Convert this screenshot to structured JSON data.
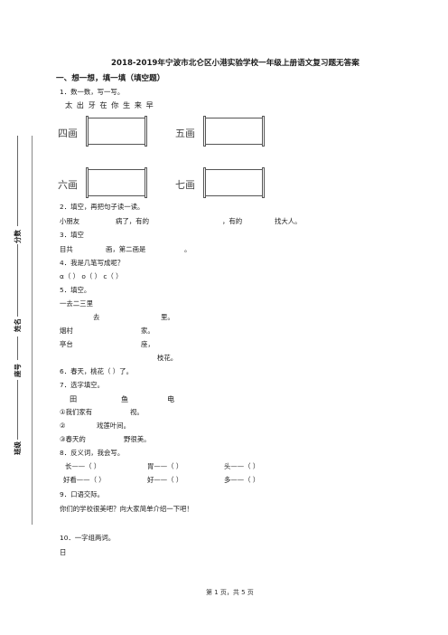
{
  "title": "2018-2019年宁波市北仑区小港实验学校一年级上册语文复习题无答案",
  "section1": "一、想一想，填一填（填空题）",
  "q1": {
    "label": "1．数一数，写一写。",
    "chars": "太  出  牙  在  你  生  来  早",
    "boxes": [
      "四画",
      "五画",
      "六画",
      "七画"
    ]
  },
  "q2": {
    "label": "2．填空，再把句子读一读。",
    "line1_a": "小朋友",
    "line1_b": "病了，有的",
    "line1_c": "，有的",
    "line1_d": "找大人。"
  },
  "q3": {
    "label": "3．填空",
    "line1_a": "目共",
    "line1_b": "画，第二画是",
    "line1_c": "。"
  },
  "q4": {
    "label": "4．我是几笔写成呢？",
    "line": "α（        ）  o（        ）  c（        ）"
  },
  "q5": {
    "label": "5．填空。",
    "l1": "一去二三里",
    "l2": "去",
    "l2b": "里。",
    "l3": "烟村",
    "l3b": "家。",
    "l4": "亭台",
    "l4b": "座，",
    "l5": "枝花。"
  },
  "q6": {
    "label": "6．春天，桃花（        ）了。"
  },
  "q7": {
    "label": "7．选字填空。",
    "opts": [
      "田",
      "鱼",
      "电"
    ],
    "l1a": "①我们家有",
    "l1b": "视。",
    "l2a": "②",
    "l2b": "戏莲叶间。",
    "l3a": "③春天的",
    "l3b": "野很美。"
  },
  "q8": {
    "label": "8．反义词，我会写。",
    "row1": [
      "长——（        ）",
      "胃——（        ）",
      "头——（        ）"
    ],
    "row2": [
      "好看——（        ）",
      "好——（        ）",
      "多——（        ）"
    ]
  },
  "q9": {
    "label": "9．口语交际。",
    "l1": "你们的学校很美吧？向大家简单介绍一下吧！"
  },
  "q10": {
    "label": "10．一字组两词。",
    "l1": "日"
  },
  "side": {
    "score": "分数",
    "name": "姓名",
    "id": "座号",
    "class": "班级"
  },
  "footer": "第 1 页，共 5 页"
}
